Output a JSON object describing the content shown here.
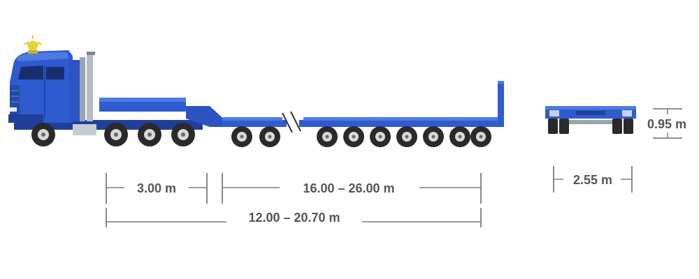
{
  "colors": {
    "body_blue": "#2f5bd1",
    "body_blue_dark": "#1f3f9a",
    "body_blue_light": "#4d7be3",
    "tire": "#2a2a2a",
    "rim": "#d9d9d9",
    "dimension_text": "#555555",
    "beacon": "#e6d23a"
  },
  "dimensions": {
    "gooseneck_length": "3.00 m",
    "deck_length": "16.00 – 26.00 m",
    "overall_length": "12.00 – 20.70 m",
    "width": "2.55 m",
    "deck_height": "0.95 m"
  },
  "icons": [
    "truck-tractor-icon",
    "beacon-light-icon",
    "lowbed-trailer-icon",
    "trailer-rear-view-icon",
    "extension-break-icon"
  ]
}
